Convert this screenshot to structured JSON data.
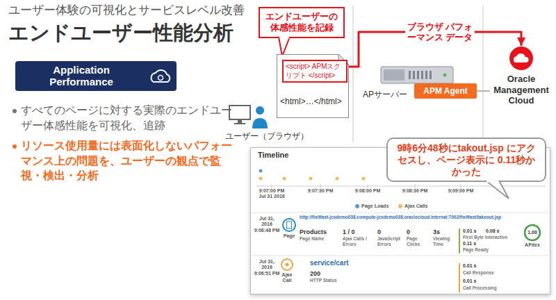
{
  "diagram": {
    "title": "エンドユーザー性能分析",
    "nodes": [
      {
        "text": [
          "Application Performance"
        ]
      },
      {
        "text": [
          "エンドユーザーの 体感性能を記録"
        ]
      },
      {
        "text": [
          "<html>…</html>"
        ]
      },
      {
        "text": [
          "<script> APMスクリプト </script>"
        ],
        "in": 2
      },
      {
        "text": [
          "ユーザー（ブラウザ）"
        ]
      },
      {
        "text": [
          "APサーバー"
        ]
      },
      {
        "text": [
          "APM Agent"
        ],
        "in": 5
      },
      {
        "text": [
          "Oracle Management Cloud"
        ]
      },
      {
        "text": [
          "Timeline"
        ]
      },
      {
        "text": [
          "9時6分48秒にtakout.jsp にアクセスし、ページ表示に 0.11秒かかった"
        ]
      }
    ],
    "edges": [
      {
        "from": 3,
        "to": 7,
        "arrow": "to",
        "label": "ブラウザ パフォーマンス データ"
      },
      {
        "from": 6,
        "to": 7,
        "arrow": "none"
      }
    ],
    "labels": [
      "ユーザー体験の可視化とサービスレベル改善",
      "すべてのページに対する実際のエンドユーザー体感性能を可視化、追跡",
      "リソース使用量には表面化しないパフォーマンス上の問題を、ユーザーの観点で監視・検出・分析",
      "9:07:00 PM Jul 31 2016",
      "9:07:30 PM",
      "9:08:00 PM",
      "9:08:30 PM",
      "9:09:00 PM",
      "Jul 31, 2016 9:06:48 PM",
      "Page",
      "http://fixitfast-jcsdemo038.compute-jcsdemo038.oraclecloud.internal:7002/fixitfast/takeout.jsp",
      "Products",
      "Page Name",
      "1 / 0",
      "Ajax Calls / Errors",
      "0",
      "JavaScript Errors",
      "0",
      "Page Clicks",
      "3s",
      "Viewing Time",
      "0.01 s",
      "0.08 s",
      "First Byte Interactive",
      "0.11 s",
      "Page Ready",
      "1.00",
      "APdex",
      "Jul 31, 2016 9:06:51 PM",
      "Ajax Call",
      "service/cart",
      "200",
      "HTTP Status",
      "0.01 s",
      "Call Response",
      "0.01 s",
      "Call Processing"
    ],
    "legend": [
      {
        "text": "Page Loads",
        "color": "#5b9bd5"
      },
      {
        "text": "Ajax Calls",
        "color": "#f4b860"
      }
    ]
  }
}
